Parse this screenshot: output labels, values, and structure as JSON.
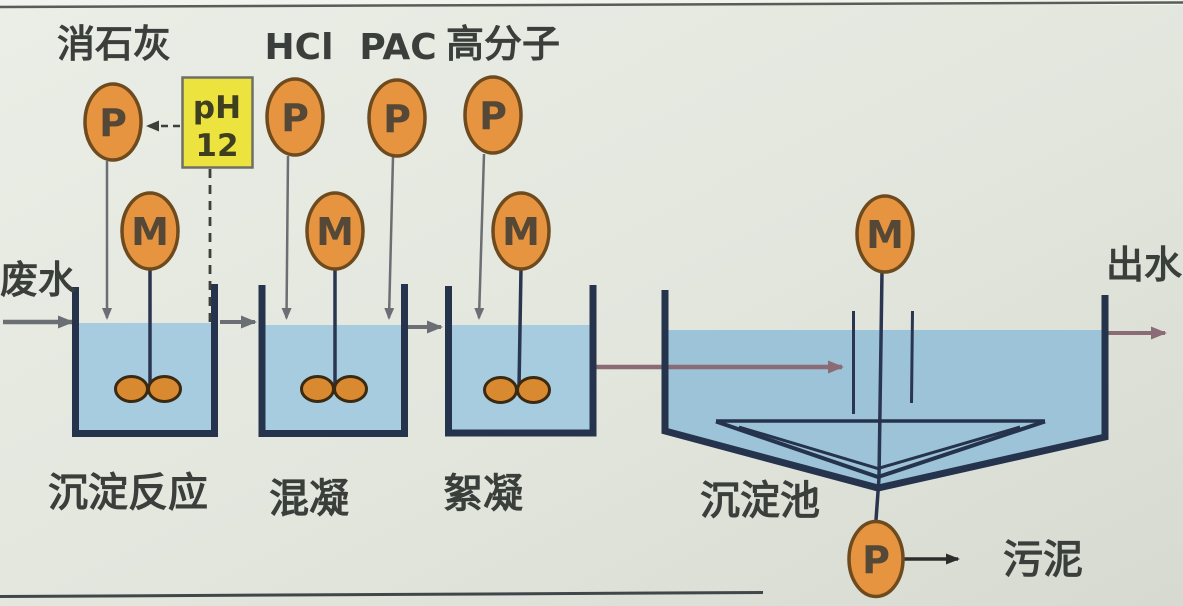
{
  "process_flow": {
    "influent_label": "废水",
    "effluent_label": "出水",
    "sludge_label": "污泥",
    "chemical_feeds": [
      {
        "name": "消石灰"
      },
      {
        "name": "HCl"
      },
      {
        "name": "PAC"
      },
      {
        "name": "高分子"
      }
    ],
    "stages": [
      {
        "label": "沉淀反应"
      },
      {
        "label": "混凝"
      },
      {
        "label": "絮凝"
      },
      {
        "label": "沉淀池"
      }
    ],
    "ph_indicator": {
      "line1": "pH",
      "line2": "12"
    },
    "symbols": {
      "pump": "P",
      "mixer": "M"
    },
    "colors": {
      "equipment_orange": "#e69440",
      "equipment_border": "#6e4a1f",
      "impeller_orange": "#d9892f",
      "water_blue": "#a7ccdf",
      "clarifier_water_blue": "#9cc3d8",
      "tank_wall_navy": "#25334d",
      "ph_box_yellow": "#ece33e",
      "flow_arrow_gray": "#6b6e73",
      "transfer_arrow_purple": "#8b6b75",
      "sludge_arrow_black": "#2e2d2b",
      "background": "#e4e8df"
    }
  }
}
